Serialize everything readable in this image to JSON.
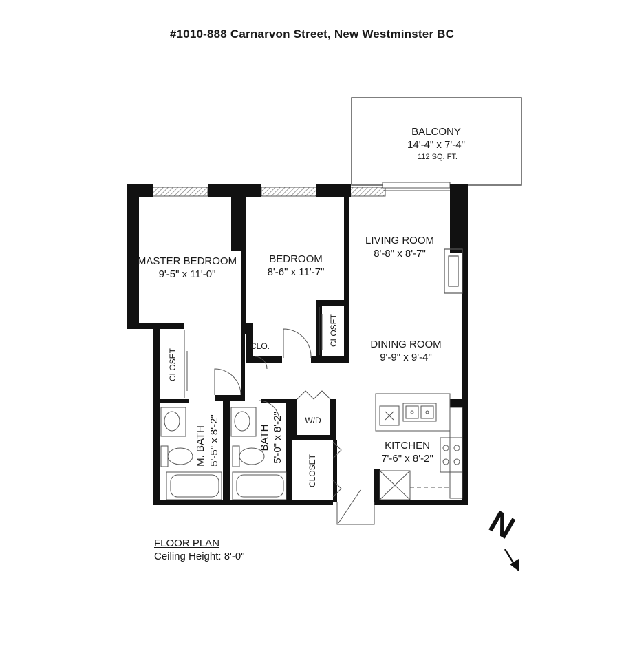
{
  "title": "#1010-888 Carnarvon Street, New Westminster BC",
  "rooms": {
    "balcony": {
      "name": "BALCONY",
      "dims": "14'-4\" x 7'-4\"",
      "area": "112 SQ. FT."
    },
    "living": {
      "name": "LIVING ROOM",
      "dims": "8'-8\" x 8'-7\""
    },
    "master": {
      "name": "MASTER BEDROOM",
      "dims": "9'-5\" x 11'-0\""
    },
    "bedroom": {
      "name": "BEDROOM",
      "dims": "8'-6\" x 11'-7\""
    },
    "dining": {
      "name": "DINING ROOM",
      "dims": "9'-9\" x 9'-4\""
    },
    "kitchen": {
      "name": "KITCHEN",
      "dims": "7'-6\" x 8'-2\""
    },
    "mbath": {
      "name": "M. BATH",
      "dims": "5'-5\" x 8'-2\""
    },
    "bath": {
      "name": "BATH",
      "dims": "5'-0\" x 8'-2\""
    }
  },
  "labels": {
    "closet_master": "CLOSET",
    "closet_bedroom": "CLOSET",
    "closet_hall": "CLOSET",
    "clo": "CLO.",
    "wd": "W/D"
  },
  "legend": {
    "plan_title": "FLOOR PLAN",
    "ceiling": "Ceiling Height: 8'-0\""
  },
  "compass": {
    "letter": "N"
  }
}
